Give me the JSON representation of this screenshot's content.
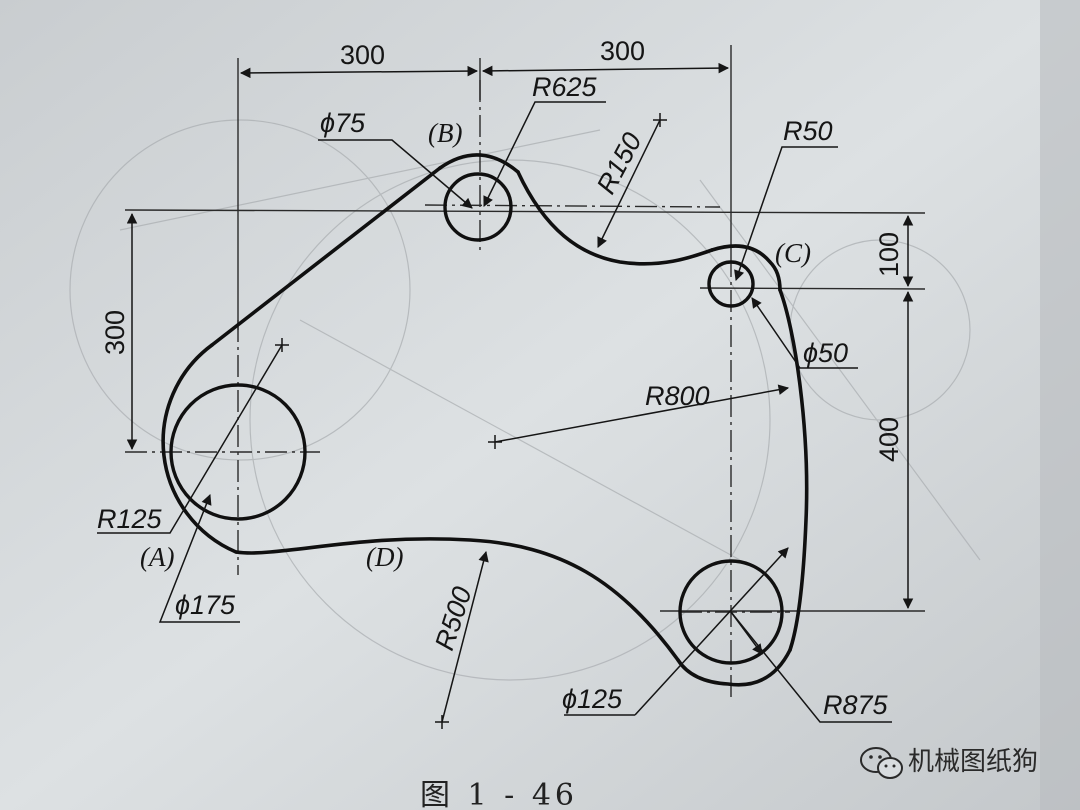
{
  "labels": {
    "dim_top_left": "300",
    "dim_top_right": "300",
    "dim_left_vertical": "300",
    "dim_right_upper": "100",
    "dim_right_lower": "400",
    "r625": "R625",
    "phi75": "ϕ75",
    "point_b": "(B)",
    "r150": "R150",
    "r50": "R50",
    "point_c": "(C)",
    "phi50": "ϕ50",
    "r800": "R800",
    "r125": "R125",
    "point_a": "(A)",
    "point_d": "(D)",
    "phi175": "ϕ175",
    "r500": "R500",
    "phi125": "ϕ125",
    "r875": "R875"
  },
  "caption": "图   1 - 46",
  "watermark": {
    "text": "机械图纸狗",
    "icon": "wechat-icon"
  },
  "colors": {
    "paper": "#d8dcdf",
    "ink": "#151515",
    "thin_ink": "#2a2a2a"
  }
}
